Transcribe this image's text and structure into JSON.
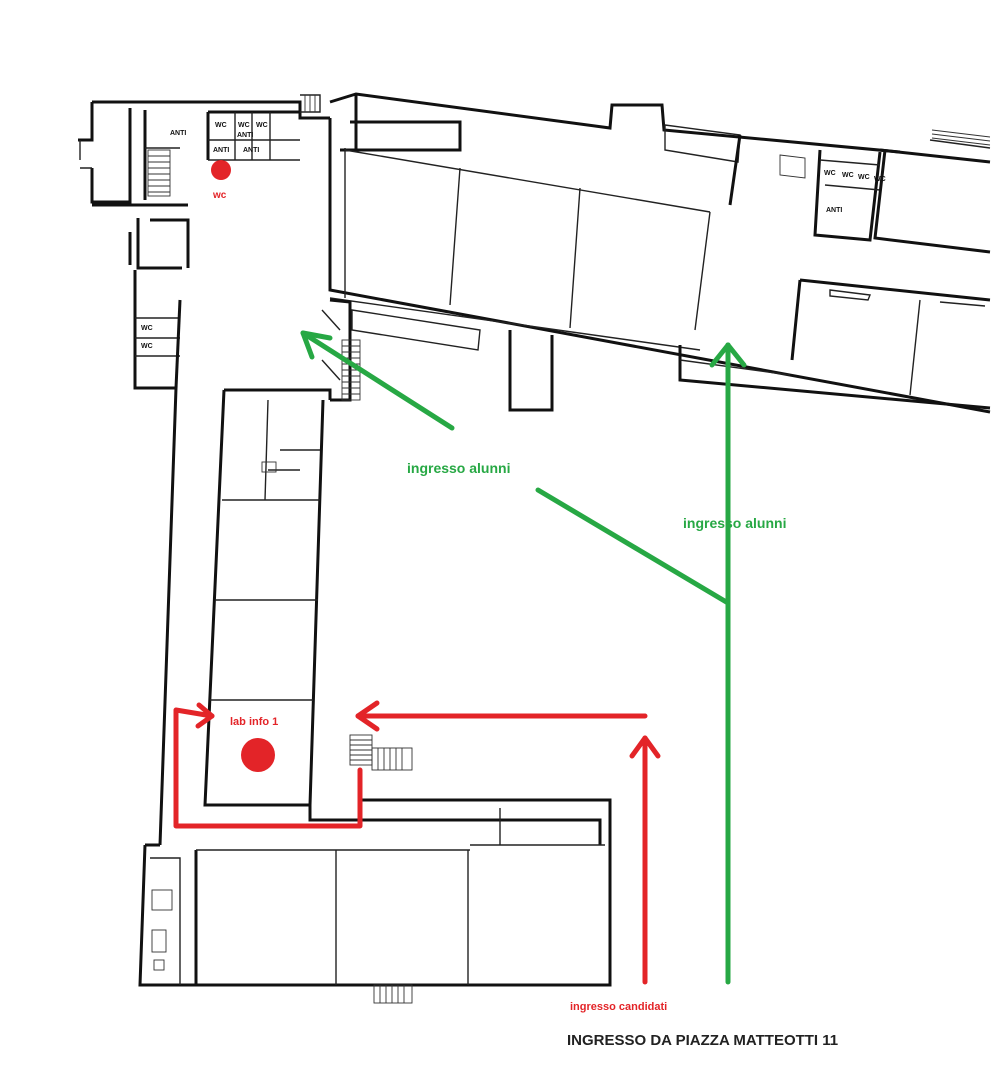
{
  "colors": {
    "student_route": "#27a844",
    "candidate_route": "#e32428",
    "walls": "#111111",
    "footer_text": "#222222"
  },
  "rooms": {
    "anti_1": "ANTI",
    "anti_2": "ANTI",
    "anti_3": "ANTI",
    "anti_4": "ANTI",
    "anti_5": "ANTI",
    "wc_1": "WC",
    "wc_2": "WC",
    "wc_3": "WC",
    "wc_4": "WC",
    "wc_5": "WC",
    "wc_6": "WC",
    "wc_7": "WC",
    "wc_8": "WC",
    "wc_9": "WC"
  },
  "markers": {
    "wc_label": "wc",
    "lab_label": "lab info 1"
  },
  "routes": {
    "student_entrance_1": "ingresso alunni",
    "student_entrance_2": "ingresso alunni",
    "candidate_entrance": "ingresso candidati"
  },
  "footer": {
    "main_entrance": "INGRESSO DA PIAZZA MATTEOTTI 11"
  }
}
